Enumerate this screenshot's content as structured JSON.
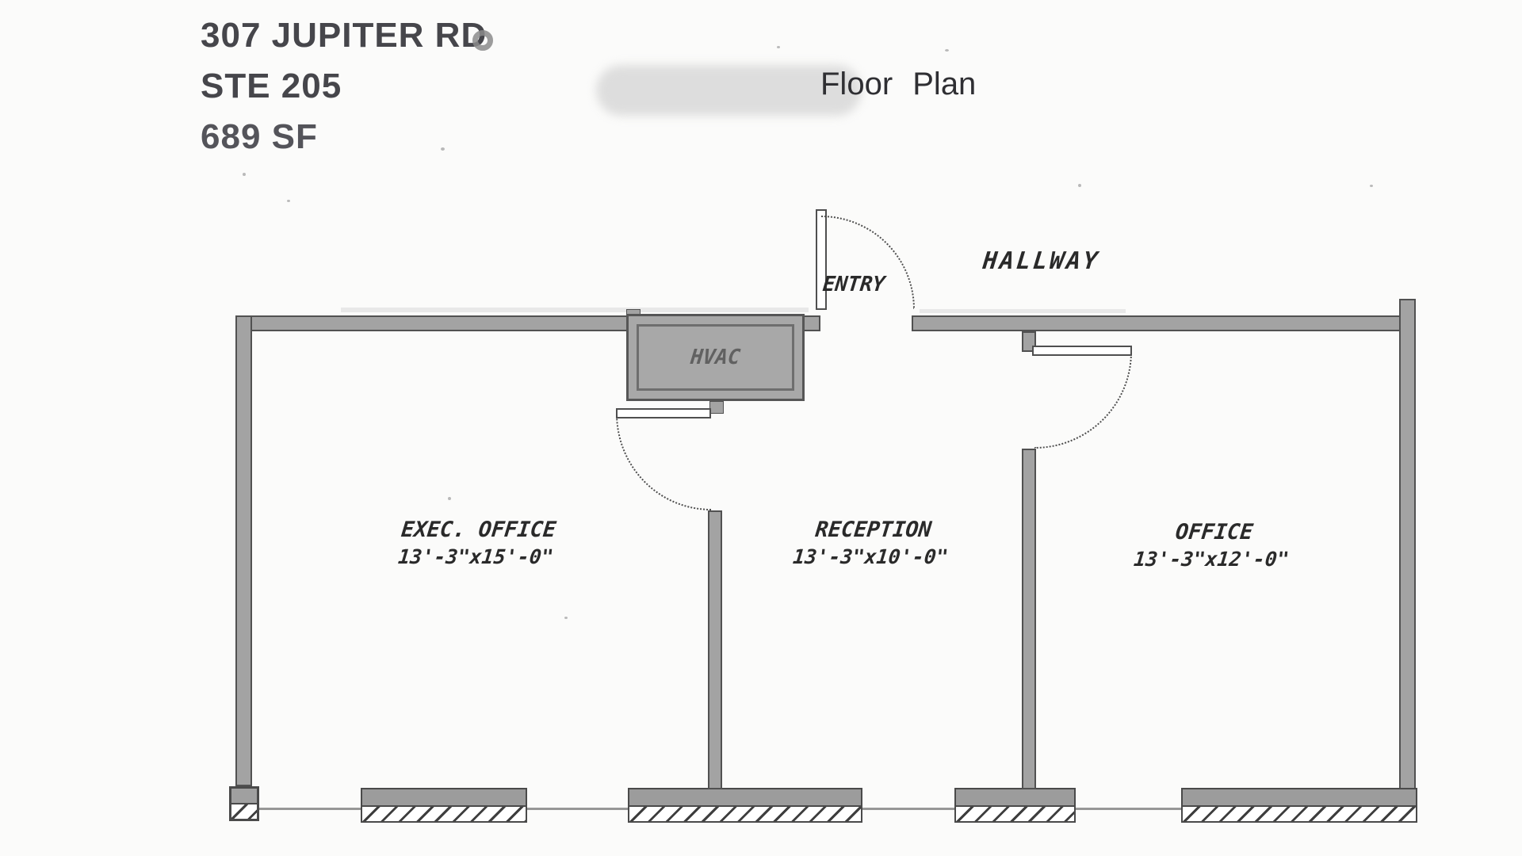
{
  "header": {
    "address_line1": "307 JUPITER RD",
    "address_line2": "STE 205",
    "area": "689 SF",
    "title": "Floor Plan"
  },
  "plan": {
    "hallway_label": "HALLWAY",
    "entry_label": "ENTRY",
    "hvac_label": "HVAC",
    "rooms": [
      {
        "name": "EXEC. OFFICE",
        "dimensions": "13'-3\"x15'-0\""
      },
      {
        "name": "RECEPTION",
        "dimensions": "13'-3\"x10'-0\""
      },
      {
        "name": "OFFICE",
        "dimensions": "13'-3\"x12'-0\""
      }
    ]
  },
  "colors": {
    "background": "#fbfbfa",
    "wall_fill": "#a3a3a3",
    "wall_edge": "#515151",
    "window_sill": "#9c9c9c",
    "hatch_ink": "#3e3e3e",
    "label_ink": "#2a2a2a",
    "header_ink": "#46464b"
  }
}
